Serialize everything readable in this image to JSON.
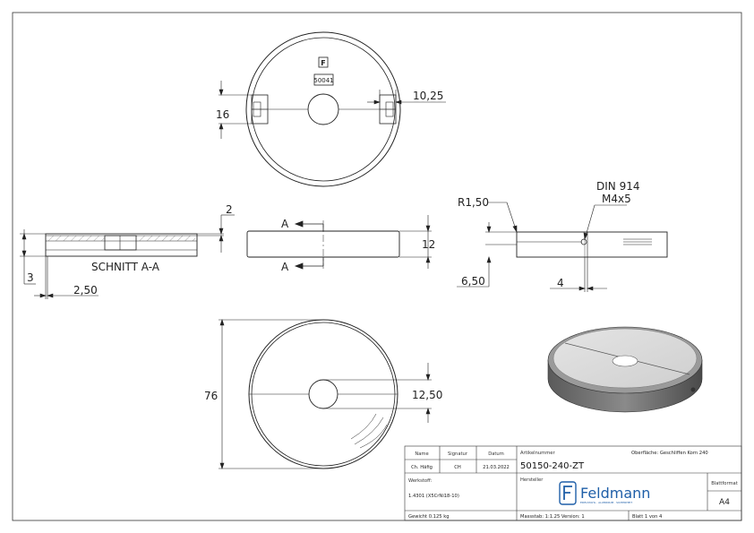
{
  "drawing": {
    "logo_mark": "F",
    "stamp_code": "50041",
    "dims": {
      "top_height": "16",
      "top_width": "10,25",
      "section_top": "2",
      "section_side": "3",
      "section_bottom": "2,50",
      "section_label": "SCHNITT A-A",
      "section_marker_top": "A",
      "section_marker_bottom": "A",
      "side_height": "12",
      "radius": "R1,50",
      "thread_std": "DIN 914",
      "thread_size": "M4x5",
      "right_height": "6,50",
      "right_offset": "4",
      "diameter": "76",
      "hole": "12,50"
    }
  },
  "title_block": {
    "h_name": "Name",
    "h_signatur": "Signatur",
    "h_datum": "Datum",
    "name": "Ch. Häfig",
    "signatur": "CH",
    "datum": "21.03.2022",
    "werkstoff_label": "Werkstoff:",
    "werkstoff": "1.4301 (X5CrNi18-10)",
    "gewicht": "Gewicht 0.125 kg",
    "artikel_label": "Artikelnummer",
    "artikel": "50150-240-ZT",
    "oberflaeche": "Oberfläche: Geschliffen Korn 240",
    "hersteller_label": "Hersteller",
    "company": "Feldmann",
    "company_sub": "EDELSTAHL · ALUMINIUM · SICHERHEIT",
    "blattformat_label": "Blattformat",
    "blattformat": "A4",
    "massstab": "Massstab: 1:1.25   Version: 1",
    "blatt": "Blatt 1 von 4"
  }
}
